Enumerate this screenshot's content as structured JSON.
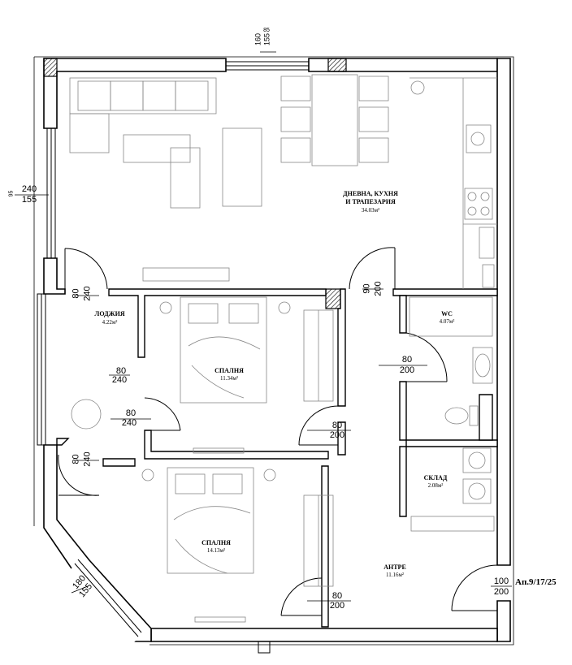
{
  "rooms": {
    "living": {
      "name_line1": "ДНЕВНА, КУХНЯ",
      "name_line2": "И ТРАПЕЗАРИЯ",
      "area": "34.03м²"
    },
    "loggia": {
      "name": "ЛОДЖИЯ",
      "area": "4.22м²"
    },
    "bedroom1": {
      "name": "СПАЛНЯ",
      "area": "11.34м²"
    },
    "bedroom2": {
      "name": "СПАЛНЯ",
      "area": "14.13м²"
    },
    "wc": {
      "name": "WC",
      "area": "4.07м²"
    },
    "storage": {
      "name": "СКЛАД",
      "area": "2.08м²"
    },
    "hall": {
      "name": "АНТРЕ",
      "area": "11.16м²"
    }
  },
  "dimensions": {
    "top_window": {
      "a": "160",
      "b": "155",
      "c": "85"
    },
    "left_window": {
      "a": "240",
      "b": "155",
      "c": "95"
    },
    "loggia_door_top": {
      "w": "80",
      "h": "240"
    },
    "loggia_bed1_door": {
      "w": "80",
      "h": "240"
    },
    "loggia_lower_door": {
      "w": "80",
      "h": "240"
    },
    "loggia_door_bottom": {
      "w": "80",
      "h": "240"
    },
    "living_hall_door": {
      "w": "90",
      "h": "200"
    },
    "wc_door": {
      "w": "80",
      "h": "200"
    },
    "bed1_door": {
      "w": "80",
      "h": "200"
    },
    "bed2_door": {
      "w": "80",
      "h": "200"
    },
    "entrance_door": {
      "w": "100",
      "h": "200"
    },
    "corner_window": {
      "a": "180",
      "b": "155"
    }
  },
  "apartment_code": "Ап.9/17/25"
}
